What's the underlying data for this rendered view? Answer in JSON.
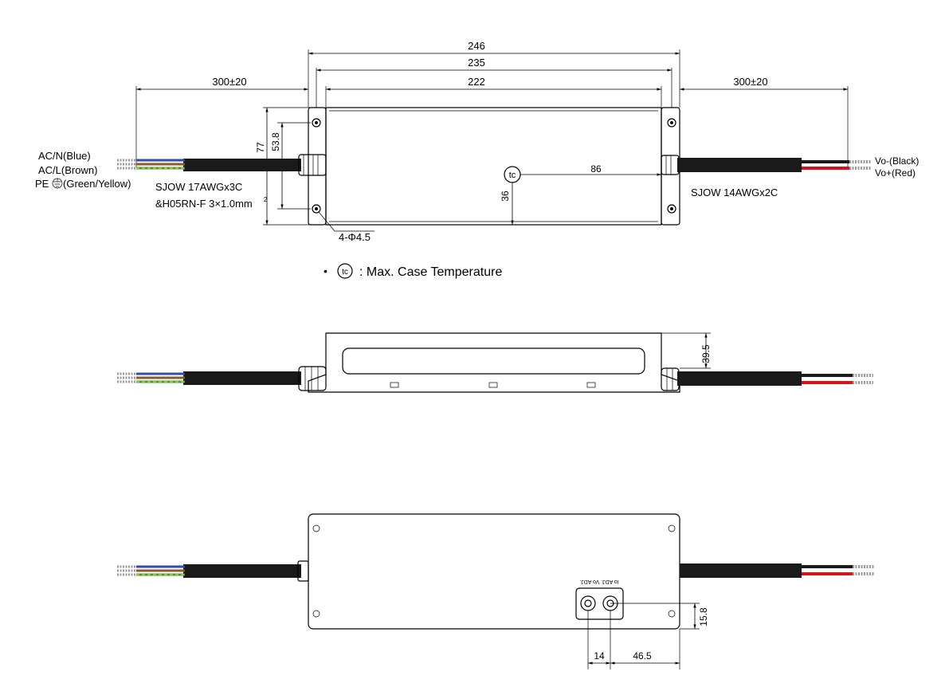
{
  "top_view": {
    "dims": {
      "overall_length": "246",
      "hole_pitch": "235",
      "body_length": "222",
      "input_cable_length": "300±20",
      "output_cable_length": "300±20",
      "width": "77",
      "hole_spacing": "53.8",
      "tc_x": "86",
      "tc_y": "36",
      "holes": "4-Φ4.5"
    },
    "input_wires": {
      "neutral": "AC/N(Blue)",
      "line": "AC/L(Brown)",
      "earth_prefix": "PE",
      "earth_suffix": "(Green/Yellow)"
    },
    "input_cable": {
      "line1": "SJOW 17AWGx3C",
      "line2": "&H05RN-F 3×1.0mm",
      "line2_sup": "2"
    },
    "output_cable": "SJOW 14AWGx2C",
    "output_wires": {
      "negative": "Vo-(Black)",
      "positive": "Vo+(Red)"
    },
    "tc_symbol": "tc",
    "legend": {
      "bullet": "•",
      "symbol": "tc",
      "text": ": Max. Case Temperature"
    }
  },
  "side_view": {
    "height": "39.5"
  },
  "bottom_view": {
    "pot_labels": "Io ADJ.  Vo ADJ.",
    "height": "15.8",
    "pot_offset": "14",
    "pot_edge": "46.5"
  },
  "colors": {
    "wire_blue": "#2f4bb0",
    "wire_brown": "#8a5a2b",
    "wire_green": "#3c9a3c",
    "wire_yellow": "#e6d23a",
    "wire_red": "#d4141a",
    "cable_black": "#1a1a1a",
    "line": "#000000"
  }
}
